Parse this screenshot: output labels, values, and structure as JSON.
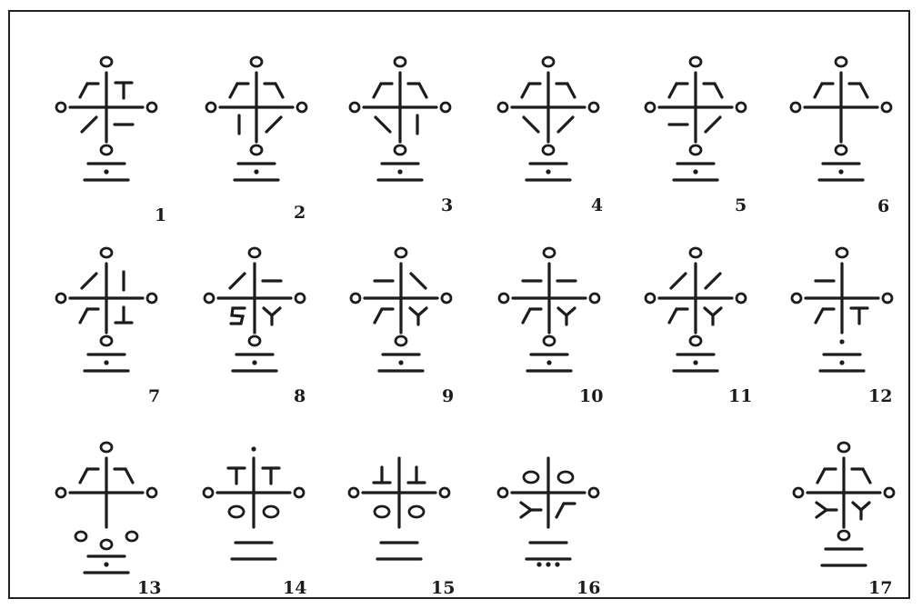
{
  "figure": {
    "labels": [
      "1",
      "2",
      "3",
      "4",
      "5",
      "6",
      "7",
      "8",
      "9",
      "10",
      "11",
      "12",
      "13",
      "14",
      "15",
      "16",
      "17"
    ]
  },
  "colors": {
    "ink": "#1c1c1c",
    "paper": "#ffffff",
    "border": "#222222"
  }
}
